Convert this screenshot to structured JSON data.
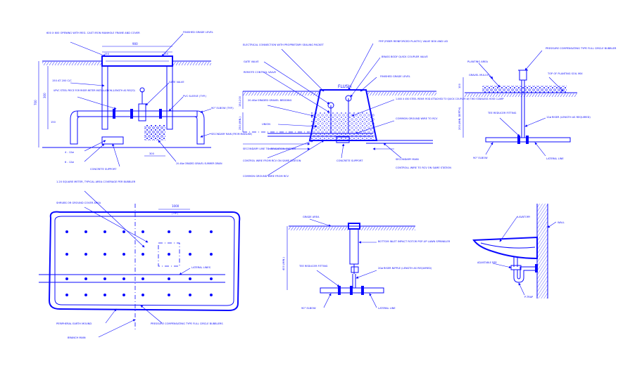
{
  "details": {
    "gate_valve_box": {
      "labels": {
        "manhole": "600 X 600 OPENING WITH REG. CAST IRON MANHOLE FRAME AND COVER",
        "finished_grade": "FINISHED GRADE LEVEL",
        "block": "150 AT 200 C/C",
        "upvc": "UPVC STEEL PIECE FOR RISER METER INSTALLATION (LENGTH AS REQ'D)",
        "gate_valve": "GATE VALVE",
        "pvc_sleeve": "PVC SLEEVE (TYP.)",
        "elbow": "90° ELBOW (TYP.)",
        "secondary_main": "SECONDARY MAIN (FROM MAINLINE)",
        "bar1": "4 - 12ø",
        "bar2": "6 - 12ø",
        "concrete": "CONCRETE SUPPORT",
        "gravel": "20-40ø GRADED GRAVEL SUMMER DRAIN",
        "dim_top": "900",
        "dim_a": "150",
        "dim_b": "150",
        "dim_h": "700",
        "dim_h2": "300",
        "dim_c": "300",
        "dim_d": "150"
      }
    },
    "rcv_chamber": {
      "labels": {
        "electrical": "ELECTRICAL CONNECTION WITH PROPRIETARY SEALING PACKET",
        "frp": "FRP (FIBER REINFORCED PLASTIC) VALVE BOX AND LID",
        "gate_valve": "GATE VALVE",
        "brass": "BRASS BODY QUICK COUPLER VALVE",
        "remote": "REMOTE CONTROL VALVE",
        "flush": "FLUSH",
        "finished_grade": "FINISHED GRADE LEVEL",
        "graded": "20-40ø GRADED GRAVEL BEDDING",
        "rod": "1.000 X 450 STEEL REINF. ROD ATTACHED TO QUICK COUPLER W/ TWO STAINLESS HOSE CLAMP",
        "union": "UNION",
        "ground": "COMMON GROUND WIRE TO RCV",
        "secondary_line": "SECONDARY LINE TO IRRIGATION SYSTEM",
        "control_wire": "CONTROL WIRE FROM RCV ON SAME STATION",
        "common_ground": "COMMON GROUND WIRE FROM RCV",
        "concrete_support": "CONCRETE SUPPORT",
        "secondary_main": "SECONDARY MAIN",
        "control_wire2": "CONTROLL WIRE TO RCV ON SAME STATION",
        "dim_a": "150-200",
        "dim_b": "250 (MIN.)"
      }
    },
    "bubbler_detail": {
      "labels": {
        "planting": "PLANTING AREA",
        "pc_bubbler": "PRESSURE COMPENSATING TYPE FULL CIRCLE BUBBLER",
        "mulch": "GRAVEL MULCH",
        "soil": "TOP OF PLANTING SOIL MIX",
        "tee": "TEE REDUCER FITTING",
        "riser": "12ø RISER (LENGTH AS REQUIRED)",
        "elbow": "90° ELBOW",
        "lateral": "LATERAL LINE",
        "dim_a": "100",
        "dim_b": "200 (MIN. DEPTH)"
      }
    },
    "bubbler_layout": {
      "labels": {
        "coverage": "1.20 SQUARE METER, TYPICAL AREA COVERAGE PER BUBBLER",
        "shrubs": "SHRUBS OR GROUND COVER AREA",
        "spacing": "1000",
        "typ": "(TYP.)",
        "lateral": "LATERAL LINES",
        "peripheral": "PERIPHERAL EARTH MOUND",
        "pc_bubbler": "PRESSURE COMPENSATING TYPE FULL CIRCLE BUBBLERS",
        "branch": "BRANCH MAIN"
      }
    },
    "sprinkler_detail": {
      "labels": {
        "grade": "GRADE AREA",
        "sprinkler": "BOTTOM INLET IMPACT ROTOR POP-UP LAWN SPRINKLER",
        "tee": "TEE REDUCER FITTING",
        "nipple": "20ø RISER NIPPLE (LENGTH AS REQUIRED)",
        "elbow": "90° ELBOW",
        "lateral": "LATERAL LINE",
        "dim": "400 (MIN.)"
      }
    },
    "lavatory_detail": {
      "labels": {
        "lavatory": "LAVATORY",
        "wall": "WALL",
        "adjustable": "ADJUSTABLE PIPE",
        "ptrap": "P-TRAP"
      }
    }
  },
  "colors": {
    "line": "#0a0aff",
    "background": "#ffffff"
  }
}
